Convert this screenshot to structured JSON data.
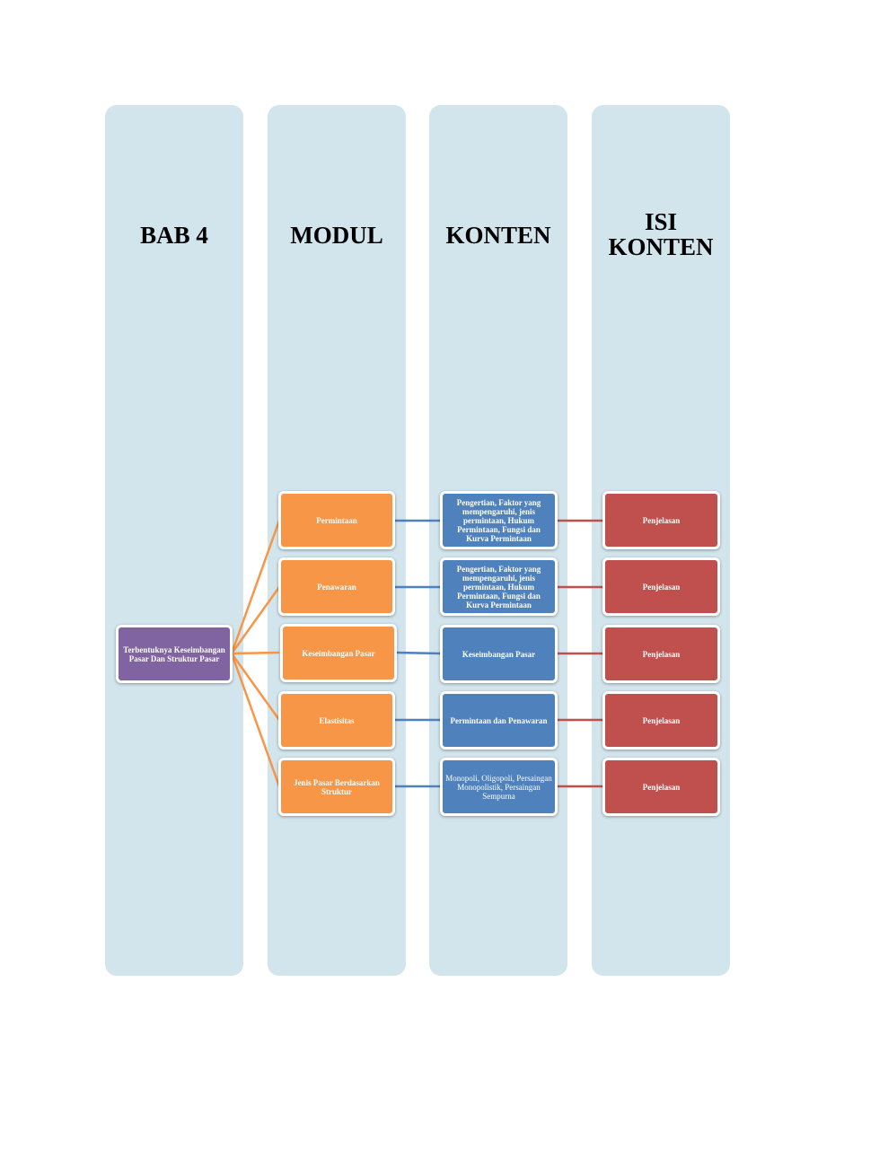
{
  "lanes": [
    {
      "title_lines": [
        "BAB 4"
      ]
    },
    {
      "title_lines": [
        "MODUL"
      ]
    },
    {
      "title_lines": [
        "KONTEN"
      ]
    },
    {
      "title_lines": [
        "ISI",
        "KONTEN"
      ]
    }
  ],
  "root": {
    "label": "Terbentuknya Keseimbangan Pasar Dan Struktur Pasar"
  },
  "modules": [
    {
      "label": "Permintaan"
    },
    {
      "label": "Penawaran"
    },
    {
      "label": "Keseimbangan Pasar"
    },
    {
      "label": "Elastisitas"
    },
    {
      "label": "Jenis Pasar Berdasarkan Struktur"
    }
  ],
  "contents": [
    {
      "label": "Pengertian, Faktor yang mempengaruhi, jenis permintaan, Hukum Permintaan, Fungsi dan Kurva Permintaan"
    },
    {
      "label": "Pengertian, Faktor yang mempengaruhi, jenis permintaan, Hukum Permintaan, Fungsi dan Kurva Permintaan"
    },
    {
      "label": "Keseimbangan Pasar"
    },
    {
      "label": "Permintaan dan Penawaran"
    },
    {
      "label": "Monopoli, Oligopoli, Persaingan Monopolistik, Persaingan Sempurna"
    }
  ],
  "details": [
    {
      "label": "Penjelasan"
    },
    {
      "label": "Penjelasan"
    },
    {
      "label": "Penjelasan"
    },
    {
      "label": "Penjelasan"
    },
    {
      "label": "Penjelasan"
    }
  ],
  "colors": {
    "lane": "#d2e4ec",
    "root": "#8064a2",
    "module": "#f79646",
    "content": "#4f81bd",
    "detail": "#c0504d"
  }
}
